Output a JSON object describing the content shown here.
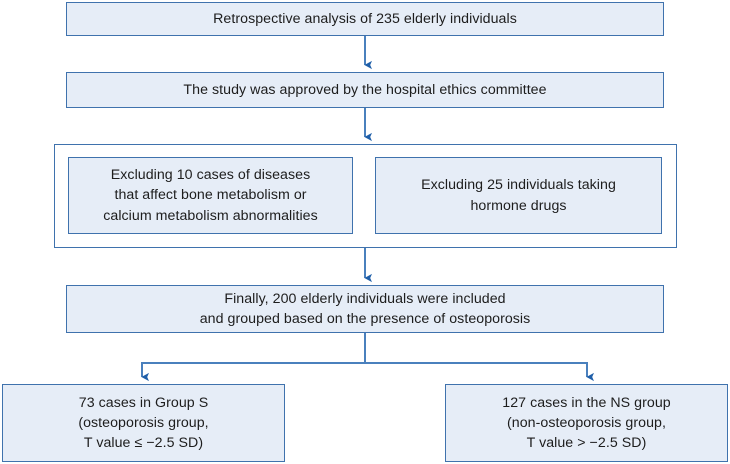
{
  "diagram": {
    "title": "Study participant selection flowchart",
    "colors": {
      "box_fill": "#e6edf7",
      "box_border": "#3f72ad",
      "connector": "#1f5fa9",
      "text": "#1d1d1d",
      "background": "#ffffff"
    },
    "nodes": [
      {
        "id": "node-enrollment",
        "name": "retrospective-analysis-box",
        "text": "Retrospective analysis of 235 elderly individuals"
      },
      {
        "id": "node-ethics",
        "name": "ethics-approval-box",
        "text": "The study was approved by the hospital ethics committee"
      },
      {
        "id": "node-exclusion-1",
        "name": "exclusion-bone-metabolism-box",
        "text": "Excluding 10 cases of diseases\nthat affect bone metabolism or\ncalcium metabolism abnormalities"
      },
      {
        "id": "node-exclusion-2",
        "name": "exclusion-hormone-drugs-box",
        "text": "Excluding 25 individuals taking\nhormone drugs"
      },
      {
        "id": "node-final-cohort",
        "name": "final-cohort-box",
        "text": "Finally, 200 elderly individuals were included\nand grouped based on the presence of osteoporosis"
      },
      {
        "id": "node-group-s",
        "name": "group-s-box",
        "text": "73 cases in Group S\n(osteoporosis group,\nT value ≤ −2.5 SD)"
      },
      {
        "id": "node-group-ns",
        "name": "group-ns-box",
        "text": "127 cases in the NS group\n(non-osteoporosis group,\nT value > −2.5 SD)"
      }
    ],
    "edges": [
      {
        "id": "edge-1",
        "name": "arrow-enrollment-to-ethics",
        "from": "node-enrollment",
        "to": "node-ethics"
      },
      {
        "id": "edge-2",
        "name": "arrow-ethics-to-exclusions",
        "from": "node-ethics",
        "to": "node-exclusion-group"
      },
      {
        "id": "edge-3",
        "name": "arrow-exclusions-to-final",
        "from": "node-exclusion-group",
        "to": "node-final-cohort"
      },
      {
        "id": "edge-4",
        "name": "arrow-final-to-group-s",
        "from": "node-final-cohort",
        "to": "node-group-s"
      },
      {
        "id": "edge-5",
        "name": "arrow-final-to-group-ns",
        "from": "node-final-cohort",
        "to": "node-group-ns"
      }
    ]
  }
}
